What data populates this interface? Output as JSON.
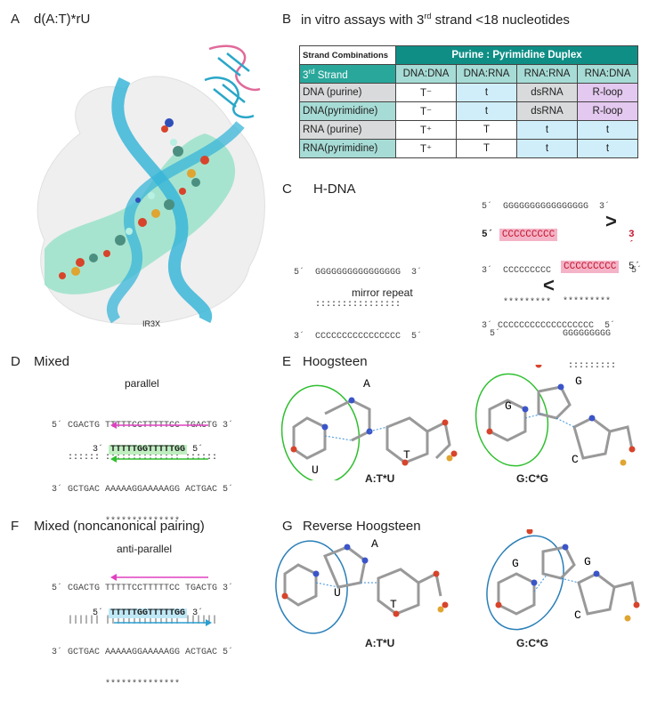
{
  "panelA": {
    "letter": "A",
    "title": "d(A:T)*rU",
    "model_label": "IR3X"
  },
  "panelB": {
    "letter": "B",
    "title_pre": "in vitro assays with 3",
    "title_sup": "rd",
    "title_post": " strand <18 nucleotides",
    "corner": "Strand Combinations",
    "group_header": "Purine : Pyrimidine  Duplex",
    "row_header_pre": "3",
    "row_header_sup": "rd",
    "row_header_post": " Strand",
    "columns": [
      "DNA:DNA",
      "DNA:RNA",
      "RNA:RNA",
      "RNA:DNA"
    ],
    "rows": [
      {
        "label": "DNA (purine)",
        "cells": [
          "T⁻",
          "t",
          "dsRNA",
          "R-loop"
        ]
      },
      {
        "label": "DNA(pyrimidine)",
        "cells": [
          "T⁻",
          "t",
          "dsRNA",
          "R-loop"
        ]
      },
      {
        "label": "RNA (purine)",
        "cells": [
          "T⁺",
          "T",
          "t",
          "t"
        ]
      },
      {
        "label": "RNA(pyrimidine)",
        "cells": [
          "T⁺",
          "T",
          "t",
          "t"
        ]
      }
    ]
  },
  "panelC": {
    "letter": "C",
    "title": "H-DNA",
    "caption": "mirror repeat",
    "mirror": {
      "top": "5´  GGGGGGGGGGGGGGGG  3´",
      "mid": "    ::::::::::::::::",
      "bot": "3´  CCCCCCCCCCCCCCCC  5´"
    },
    "right_top": {
      "l1": "5´  GGGGGGGGGGGGGGGG  3´",
      "l2": "    :::::::::",
      "l3": "3´  CCCCCCCCC",
      "l3_end": "5´",
      "l4": "    *********",
      "strand": "CCCCCCCCC",
      "five": "5´",
      "three": "3´",
      "arrow": ">"
    },
    "right_bot": {
      "strand": "CCCCCCCCC",
      "five": "5´",
      "arrow": "<",
      "l2": "*********",
      "l3": "GGGGGGGGG",
      "l3_5": "5´",
      "l4": ":::::::::",
      "l5": "3´ CCCCCCCCCCCCCCCCCC  5´"
    }
  },
  "panelD": {
    "letter": "D",
    "title": "Mixed",
    "sub": "parallel",
    "l1": "5´ CGACTG TTTTTCCTTTTTCC TGACTG 3´",
    "l2": "   :::::: :::::::::::::: :::::: ",
    "l3": "3´ GCTGAC AAAAAGGAAAAAGG ACTGAC 5´",
    "l4": "          ************** ",
    "third_3": "3´",
    "third_seq": "TTTTTGGTTTTTGG",
    "third_5": "5´"
  },
  "panelE": {
    "letter": "E",
    "title": "Hoogsteen",
    "labels": [
      "A",
      "T",
      "U",
      "G",
      "G",
      "C"
    ],
    "caption1": "A:T*U",
    "caption2": "G:C*G"
  },
  "panelF": {
    "letter": "F",
    "title": "Mixed (noncanonical pairing)",
    "sub": "anti-parallel",
    "l1": "5´ CGACTG TTTTTCCTTTTTCC TGACTG 3´",
    "l2": "   |||||| |||||||||||||| |||||| ",
    "l3": "3´ GCTGAC AAAAAGGAAAAAGG ACTGAC 5´",
    "l4": "          ************** ",
    "third_5": "5´",
    "third_seq": "TTTTTGGTTTTTGG",
    "third_3": "3´"
  },
  "panelG": {
    "letter": "G",
    "title": "Reverse Hoogsteen",
    "labels": [
      "A",
      "U",
      "T",
      "G",
      "G",
      "C"
    ],
    "caption1": "A:T*U",
    "caption2": "G:C*G"
  },
  "colors": {
    "teal": "#0f8e86",
    "pink": "#f4b3c6",
    "green": "#2fbf2f",
    "blue": "#2a7fb8",
    "magenta": "#e040c0",
    "helix": "#3ab6d8"
  }
}
